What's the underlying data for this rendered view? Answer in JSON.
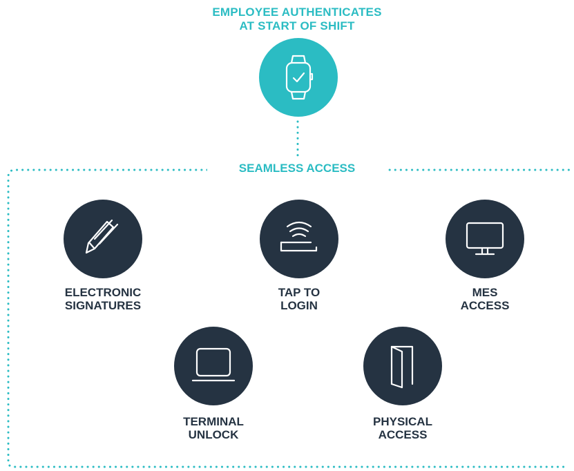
{
  "header": {
    "line1": "EMPLOYEE AUTHENTICATES",
    "line2": "AT START OF SHIFT",
    "icon": "smartwatch-check-icon"
  },
  "section": {
    "title": "SEAMLESS ACCESS"
  },
  "nodes": [
    {
      "icon": "pen-icon",
      "line1": "ELECTRONIC",
      "line2": "SIGNATURES"
    },
    {
      "icon": "tap-reader-icon",
      "line1": "TAP TO",
      "line2": "LOGIN"
    },
    {
      "icon": "monitor-icon",
      "line1": "MES",
      "line2": "ACCESS"
    },
    {
      "icon": "laptop-icon",
      "line1": "TERMINAL",
      "line2": "UNLOCK"
    },
    {
      "icon": "door-icon",
      "line1": "PHYSICAL",
      "line2": "ACCESS"
    }
  ],
  "colors": {
    "accent": "#2bbcc3",
    "node": "#253342",
    "text": "#253342"
  }
}
